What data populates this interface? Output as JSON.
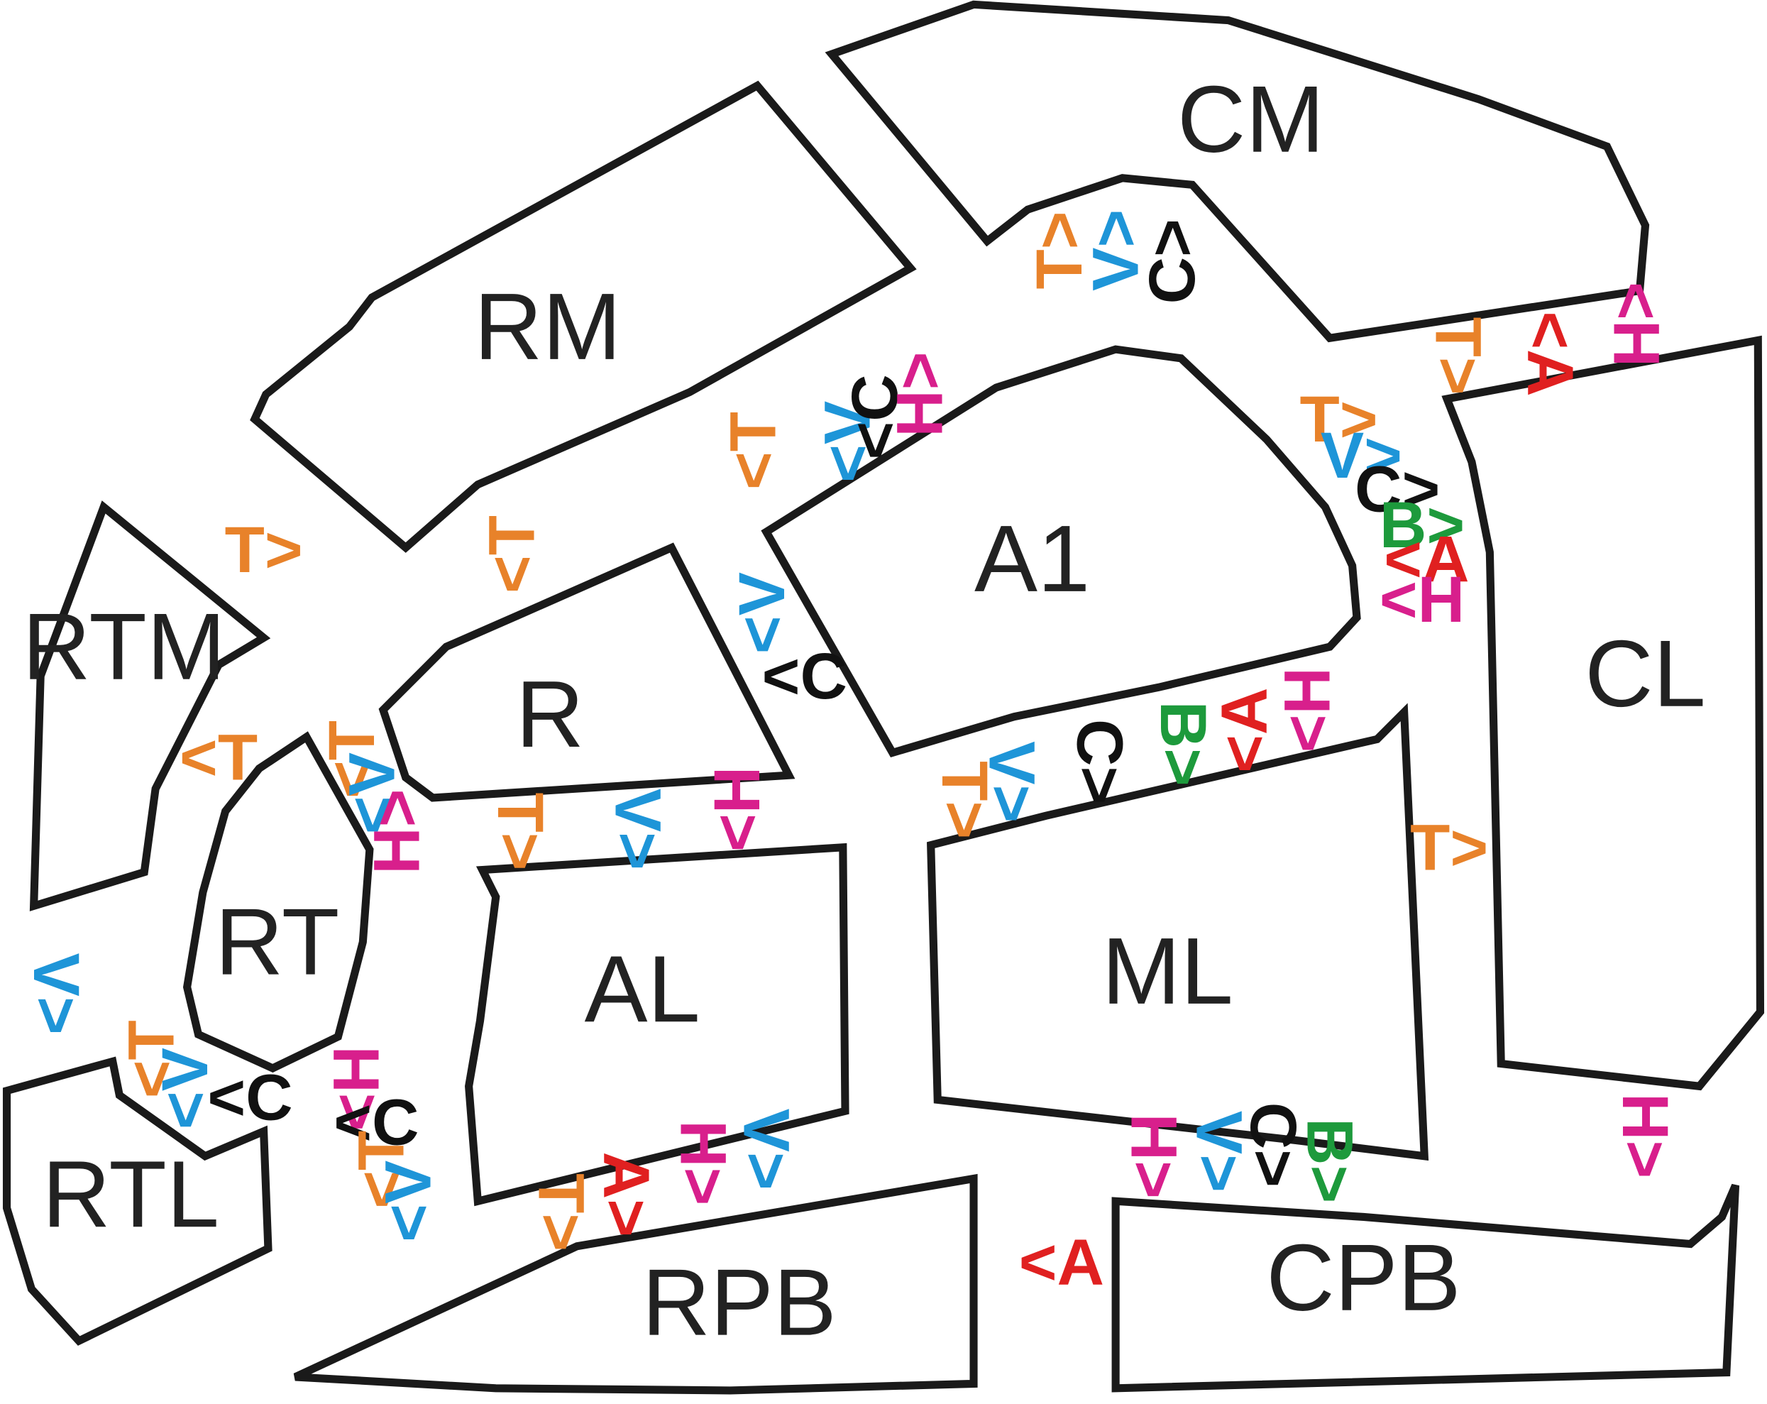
{
  "colors": {
    "T": "#e8822a",
    "V": "#1e95d8",
    "C": "#111111",
    "H": "#d81f8c",
    "A": "#e02020",
    "B": "#1d9a3c"
  },
  "regions": [
    {
      "id": "CM",
      "label": "CM"
    },
    {
      "id": "RM",
      "label": "RM"
    },
    {
      "id": "A1",
      "label": "A1"
    },
    {
      "id": "RTM",
      "label": "RTM"
    },
    {
      "id": "R",
      "label": "R"
    },
    {
      "id": "CL",
      "label": "CL"
    },
    {
      "id": "RT",
      "label": "RT"
    },
    {
      "id": "AL",
      "label": "AL"
    },
    {
      "id": "ML",
      "label": "ML"
    },
    {
      "id": "RTL",
      "label": "RTL"
    },
    {
      "id": "RPB",
      "label": "RPB"
    },
    {
      "id": "CPB",
      "label": "CPB"
    }
  ],
  "markers": [
    {
      "text": "T>",
      "key": "T"
    },
    {
      "text": "V>",
      "key": "V"
    },
    {
      "text": "C>",
      "key": "C"
    },
    {
      "text": "<T",
      "key": "T"
    },
    {
      "text": "<V",
      "key": "V"
    },
    {
      "text": "<C",
      "key": "C"
    },
    {
      "text": "H>",
      "key": "H"
    },
    {
      "text": "T>",
      "key": "T"
    },
    {
      "text": "<A",
      "key": "A"
    },
    {
      "text": "<H",
      "key": "H"
    },
    {
      "text": "T>",
      "key": "T"
    },
    {
      "text": "V>",
      "key": "V"
    },
    {
      "text": "C>",
      "key": "C"
    },
    {
      "text": "B>",
      "key": "B"
    },
    {
      "text": "<A",
      "key": "A"
    },
    {
      "text": "<H",
      "key": "H"
    },
    {
      "text": "T>",
      "key": "T"
    },
    {
      "text": "<T",
      "key": "T"
    },
    {
      "text": "<V",
      "key": "V"
    },
    {
      "text": "<C",
      "key": "C"
    },
    {
      "text": "<T",
      "key": "T"
    },
    {
      "text": "<T",
      "key": "T"
    },
    {
      "text": "<V",
      "key": "V"
    },
    {
      "text": "H>",
      "key": "H"
    },
    {
      "text": "T>",
      "key": "T"
    },
    {
      "text": "V>",
      "key": "V"
    },
    {
      "text": "<H",
      "key": "H"
    },
    {
      "text": "T>",
      "key": "T"
    },
    {
      "text": "V>",
      "key": "V"
    },
    {
      "text": "C>",
      "key": "C"
    },
    {
      "text": "B>",
      "key": "B"
    },
    {
      "text": "<A",
      "key": "A"
    },
    {
      "text": "<H",
      "key": "H"
    },
    {
      "text": "T>",
      "key": "T"
    },
    {
      "text": "V>",
      "key": "V"
    },
    {
      "text": "<T",
      "key": "T"
    },
    {
      "text": "<V",
      "key": "V"
    },
    {
      "text": "<C",
      "key": "C"
    },
    {
      "text": "<H",
      "key": "H"
    },
    {
      "text": "<C",
      "key": "C"
    },
    {
      "text": "<T",
      "key": "T"
    },
    {
      "text": "<V",
      "key": "V"
    },
    {
      "text": "T>",
      "key": "T"
    },
    {
      "text": "A>",
      "key": "A"
    },
    {
      "text": "H>",
      "key": "H"
    },
    {
      "text": "V>",
      "key": "V"
    },
    {
      "text": "H>",
      "key": "H"
    },
    {
      "text": "V>",
      "key": "V"
    },
    {
      "text": "C>",
      "key": "C"
    },
    {
      "text": "B>",
      "key": "B"
    },
    {
      "text": "H>",
      "key": "H"
    },
    {
      "text": "<A",
      "key": "A"
    }
  ]
}
